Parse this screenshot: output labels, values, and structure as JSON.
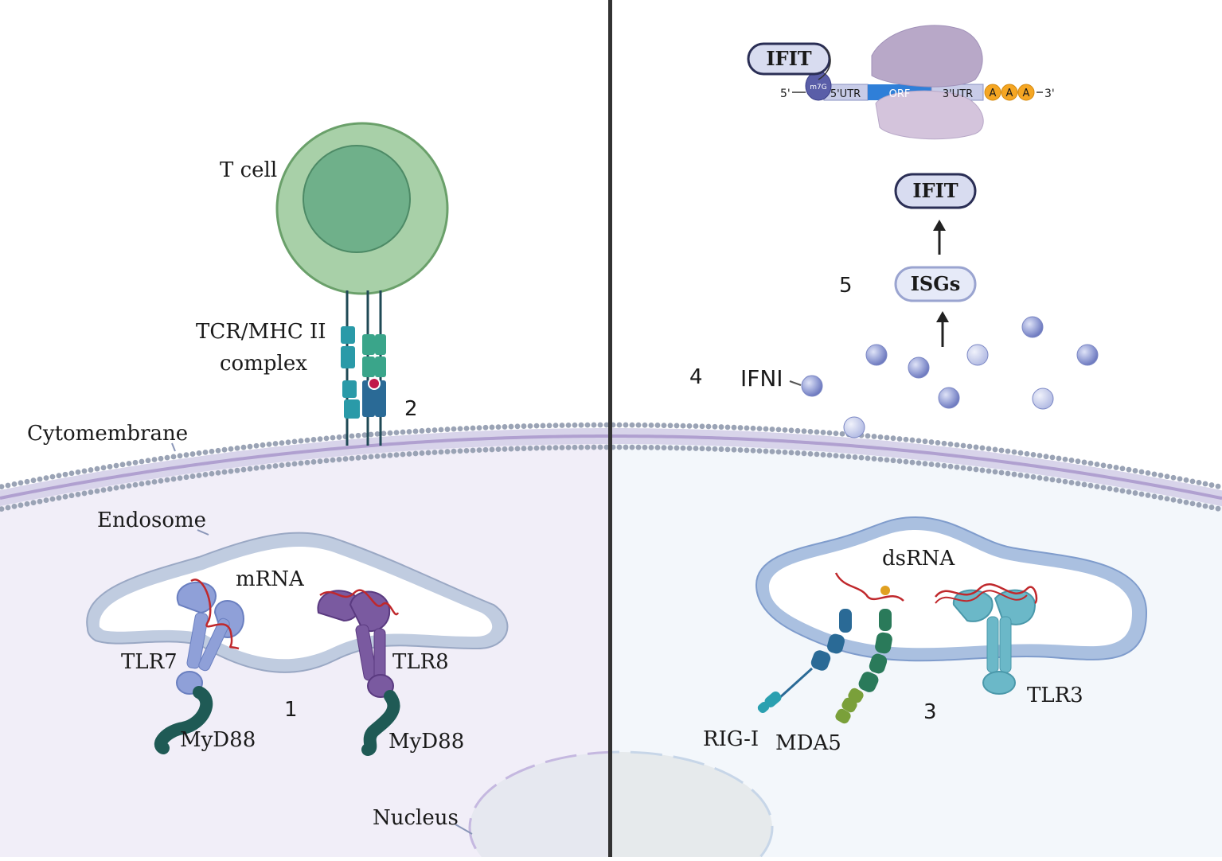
{
  "left_panel": {
    "t_cell": "T cell",
    "tcr_line1": "TCR/MHC II",
    "tcr_line2": "complex",
    "step_2": "2",
    "cytomembrane": "Cytomembrane",
    "endosome": "Endosome",
    "mrna": "mRNA",
    "tlr7": "TLR7",
    "tlr8": "TLR8",
    "myd88_left": "MyD88",
    "myd88_right": "MyD88",
    "step_1": "1",
    "nucleus": "Nucleus"
  },
  "right_panel": {
    "ifit_top": "IFIT",
    "m7g": "m7G",
    "five_prime": "5'",
    "utr5": "5'UTR",
    "orf": "ORF",
    "utr3": "3'UTR",
    "poly_a": [
      "A",
      "A",
      "A"
    ],
    "three_prime": "3'",
    "ifit": "IFIT",
    "isgs": "ISGs",
    "step_5": "5",
    "step_4": "4",
    "ifni": "IFNI",
    "dsrna": "dsRNA",
    "rig_i": "RIG-I",
    "mda5": "MDA5",
    "tlr3": "TLR3",
    "step_3": "3"
  },
  "colors": {
    "left_bg": "#f2f0f8",
    "right_bg": "#f3f7fb",
    "divider": "#333333",
    "membrane_head": "#9aa3b5",
    "tcell_outer": "#a8d0a8",
    "tcell_inner": "#6fb08a",
    "tlr7": "#8fa0d8",
    "tlr8": "#7a5aa0",
    "myd88": "#1f5a55",
    "rna": "#c0282c",
    "tlr3": "#6bb8c8",
    "rig_i": "#2a6a96",
    "mda5": "#2a7a5a",
    "ifn_sphere": "#9ba5d8",
    "poly_a": "#f5a623"
  }
}
